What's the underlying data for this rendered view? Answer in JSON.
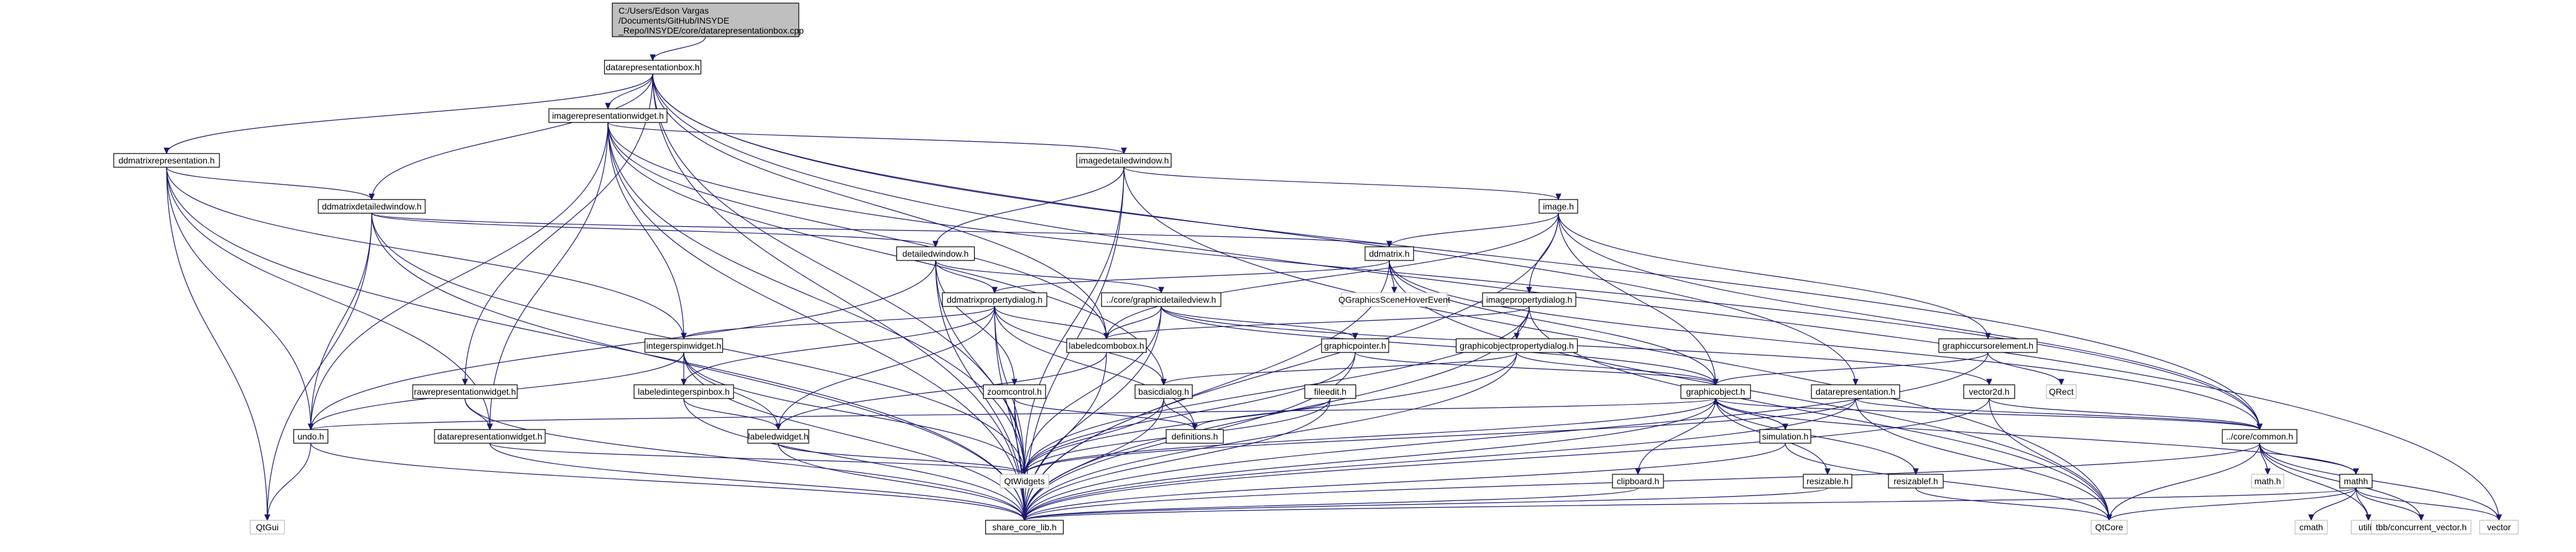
{
  "root": {
    "lines": [
      "C:/Users/Edson Vargas",
      "/Documents/GitHub/INSYDE",
      "_Repo/INSYDE/core/datarepresentationbox.cpp"
    ]
  },
  "nodes": [
    {
      "id": "drbox_h",
      "label": "datarepresentationbox.h",
      "gray": false
    },
    {
      "id": "imgrepw_h",
      "label": "imagerepresentationwidget.h",
      "gray": false
    },
    {
      "id": "ddmatrixrep_h",
      "label": "ddmatrixrepresentation.h",
      "gray": false
    },
    {
      "id": "imgdetwin_h",
      "label": "imagedetailedwindow.h",
      "gray": false
    },
    {
      "id": "ddmatrixdet_h",
      "label": "ddmatrixdetailedwindow.h",
      "gray": false
    },
    {
      "id": "image_h",
      "label": "image.h",
      "gray": false
    },
    {
      "id": "detwin_h",
      "label": "detailedwindow.h",
      "gray": false
    },
    {
      "id": "ddmatrix_h",
      "label": "ddmatrix.h",
      "gray": false
    },
    {
      "id": "ddmprop_h",
      "label": "ddmatrixpropertydialog.h",
      "gray": false
    },
    {
      "id": "gdview_h",
      "label": "../core/graphicdetailedview.h",
      "gray": false
    },
    {
      "id": "qgshover",
      "label": "QGraphicsSceneHoverEvent",
      "gray": true
    },
    {
      "id": "imgprop_h",
      "label": "imagepropertydialog.h",
      "gray": false
    },
    {
      "id": "intspin_h",
      "label": "integerspinwidget.h",
      "gray": false
    },
    {
      "id": "labcombo_h",
      "label": "labeledcombobox.h",
      "gray": false
    },
    {
      "id": "gptr_h",
      "label": "graphicpointer.h",
      "gray": false
    },
    {
      "id": "gobjprop_h",
      "label": "graphicobjectpropertydialog.h",
      "gray": false
    },
    {
      "id": "gcursor_h",
      "label": "graphiccursorelement.h",
      "gray": false
    },
    {
      "id": "qrect",
      "label": "QRect",
      "gray": true
    },
    {
      "id": "rawrep_h",
      "label": "rawrepresentationwidget.h",
      "gray": false
    },
    {
      "id": "labintspin_h",
      "label": "labeledintegerspinbox.h",
      "gray": false
    },
    {
      "id": "zoomctl_h",
      "label": "zoomcontrol.h",
      "gray": false
    },
    {
      "id": "basicdlg_h",
      "label": "basicdialog.h",
      "gray": false
    },
    {
      "id": "fileedit_h",
      "label": "fileedit.h",
      "gray": false
    },
    {
      "id": "gobj_h",
      "label": "graphicobject.h",
      "gray": false
    },
    {
      "id": "datarep_h",
      "label": "datarepresentation.h",
      "gray": false
    },
    {
      "id": "vec2d_h",
      "label": "vector2d.h",
      "gray": false
    },
    {
      "id": "undo_h",
      "label": "undo.h",
      "gray": false
    },
    {
      "id": "drwidget_h",
      "label": "datarepresentationwidget.h",
      "gray": false
    },
    {
      "id": "labwidget_h",
      "label": "labeledwidget.h",
      "gray": false
    },
    {
      "id": "defs_h",
      "label": "definitions.h",
      "gray": false
    },
    {
      "id": "sim_h",
      "label": "simulation.h",
      "gray": false
    },
    {
      "id": "common_h",
      "label": "../core/common.h",
      "gray": false
    },
    {
      "id": "qtwidgets",
      "label": "QtWidgets",
      "gray": true
    },
    {
      "id": "clip_h",
      "label": "clipboard.h",
      "gray": false
    },
    {
      "id": "resiz_h",
      "label": "resizable.h",
      "gray": false
    },
    {
      "id": "resizf_h",
      "label": "resizablef.h",
      "gray": false
    },
    {
      "id": "mathh_sys",
      "label": "math.h",
      "gray": true
    },
    {
      "id": "mathh",
      "label": "mathh",
      "gray": false
    },
    {
      "id": "qtgui",
      "label": "QtGui",
      "gray": true
    },
    {
      "id": "share",
      "label": "share_core_lib.h",
      "gray": false
    },
    {
      "id": "qtcore",
      "label": "QtCore",
      "gray": true
    },
    {
      "id": "cmath",
      "label": "cmath",
      "gray": true
    },
    {
      "id": "utility",
      "label": "utility",
      "gray": true
    },
    {
      "id": "tbb",
      "label": "tbb/concurrent_vector.h",
      "gray": true
    },
    {
      "id": "vector",
      "label": "vector",
      "gray": true
    }
  ]
}
